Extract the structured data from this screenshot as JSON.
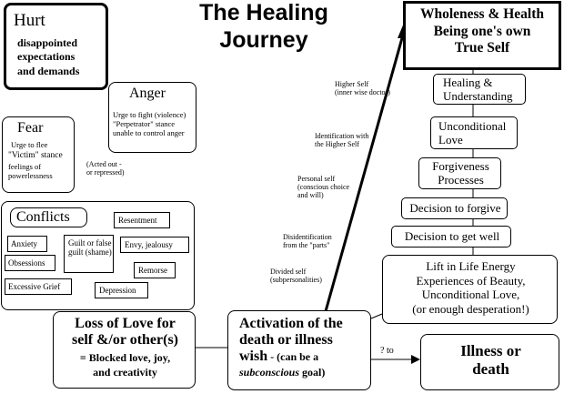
{
  "title": [
    "The Healing",
    "Journey"
  ],
  "hurt": {
    "heading": "Hurt",
    "body": [
      "disappointed",
      "expectations",
      "and demands"
    ]
  },
  "anger": {
    "heading": "Anger",
    "body": [
      "Urge to fight (violence)",
      "\"Perpetrator\" stance",
      "unable to control anger"
    ]
  },
  "fear": {
    "heading": "Fear",
    "body": [
      "Urge to flee",
      "\"Victim\" stance",
      "feelings of",
      "powerlessness"
    ]
  },
  "acted_out": [
    "(Acted out -",
    "or repressed)"
  ],
  "conflicts": {
    "heading": "Conflicts",
    "items": [
      "Resentment",
      "Anxiety",
      "Guilt or false guilt (shame)",
      "Envy, jealousy",
      "Obsessions",
      "Remorse",
      "Excessive Grief",
      "Depression"
    ]
  },
  "loss": {
    "line1": "Loss of Love for",
    "line2": "self &/or other(s)",
    "line3": "= Blocked love, joy,",
    "line4": "and creativity"
  },
  "activation": {
    "line1": "Activation of the",
    "line2": "death or illness",
    "line3": "wish",
    "line3b": " - (can be a",
    "line4a": "subconscious",
    "line4b": " goal)"
  },
  "question_to": "? to",
  "illness": [
    "Illness or",
    "death"
  ],
  "ladder": [
    "Wholeness & Health Being one's own True Self",
    "Healing & Understanding",
    "Unconditional Love",
    "Forgiveness Processes",
    "Decision to forgive",
    "Decision to get well",
    "Lift in Life Energy Experiences of Beauty, Unconditional Love, (or enough desperation!)"
  ],
  "wholeness_lines": [
    "Wholeness & Health",
    "Being one's own",
    "True Self"
  ],
  "healing_lines": [
    "Healing &",
    "Understanding"
  ],
  "uncond_lines": [
    "Unconditional",
    "Love"
  ],
  "forgive_lines": [
    "Forgiveness",
    "Processes"
  ],
  "lift_lines": [
    "Lift in Life Energy",
    "Experiences of Beauty,",
    "Unconditional Love,",
    "(or enough desperation!)"
  ],
  "self_labels": [
    [
      "Higher Self",
      "(inner wise doctor)"
    ],
    [
      "Identification with",
      "the Higher Self"
    ],
    [
      "Personal self",
      "(conscious choice",
      "and will)"
    ],
    [
      "Disidentification",
      "from the \"parts\""
    ],
    [
      "Divided self",
      "(subpersonalities)"
    ]
  ]
}
